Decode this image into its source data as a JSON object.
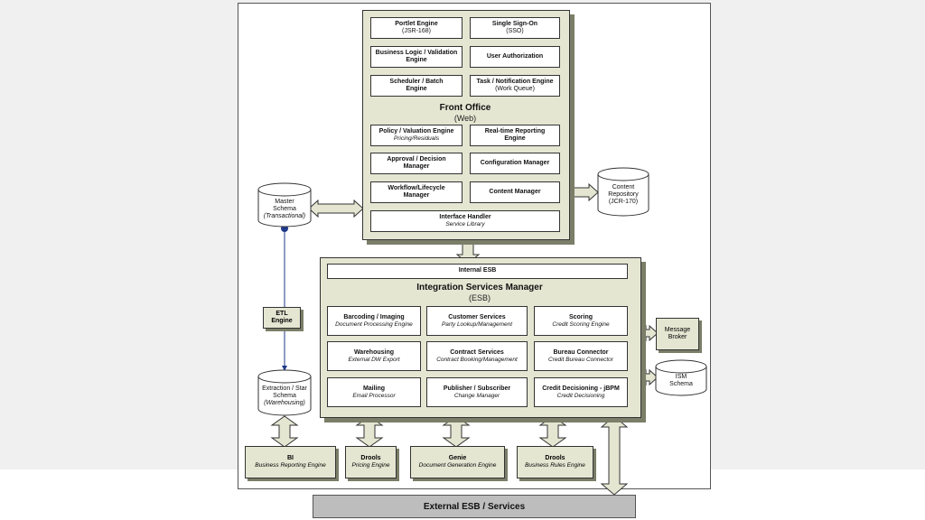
{
  "front_office": {
    "title": "Front Office",
    "subtitle": "(Web)",
    "portlet": {
      "line1": "Portlet Engine",
      "line2": "(JSR-168)"
    },
    "sso": {
      "line1": "Single Sign-On",
      "line2": "(SSO)"
    },
    "business_logic": {
      "line1": "Business Logic / Validation",
      "line2": "Engine"
    },
    "user_auth": {
      "line1": "User Authorization"
    },
    "scheduler": {
      "line1": "Scheduler / Batch",
      "line2": "Engine"
    },
    "task": {
      "line1": "Task / Notification Engine",
      "line2": "(Work Queue)"
    },
    "policy": {
      "line1": "Policy / Valuation Engine",
      "line2": "Pricing/Residuals"
    },
    "realtime": {
      "line1": "Real-time Reporting",
      "line2": "Engine"
    },
    "approval": {
      "line1": "Approval / Decision",
      "line2": "Manager"
    },
    "config": {
      "line1": "Configuration Manager"
    },
    "workflow": {
      "line1": "Workflow/Lifecycle",
      "line2": "Manager"
    },
    "content": {
      "line1": "Content Manager"
    },
    "interface": {
      "line1": "Interface Handler",
      "line2": "Service Library"
    }
  },
  "ism": {
    "internal_esb": "Internal ESB",
    "title": "Integration Services Manager",
    "subtitle": "(ESB)",
    "barcoding": {
      "line1": "Barcoding / Imaging",
      "line2": "Document Processing Engine"
    },
    "customer": {
      "line1": "Customer Services",
      "line2": "Party Lookup/Management"
    },
    "scoring": {
      "line1": "Scoring",
      "line2": "Credit Scoring Engine"
    },
    "warehousing": {
      "line1": "Warehousing",
      "line2": "External DW Export"
    },
    "contract": {
      "line1": "Contract Services",
      "line2": "Contract Booking/Management"
    },
    "bureau": {
      "line1": "Bureau Connector",
      "line2": "Credit Bureau Connector"
    },
    "mailing": {
      "line1": "Mailing",
      "line2": "Email Processor"
    },
    "publisher": {
      "line1": "Publisher / Subscriber",
      "line2": "Change Manager"
    },
    "credit": {
      "line1": "Credit Decisioning - jBPM",
      "line2": "Credit Decisioning"
    }
  },
  "master_schema": {
    "line1": "Master",
    "line2": "Schema",
    "line3": "(Transactional)"
  },
  "etl": {
    "line1": "ETL",
    "line2": "Engine"
  },
  "extraction": {
    "line1": "Extraction / Star",
    "line2": "Schema",
    "line3": "(Warehousing)"
  },
  "content_repo": {
    "line1": "Content",
    "line2": "Repository",
    "line3": "(JCR-170)"
  },
  "message_broker": {
    "line1": "Message",
    "line2": "Broker"
  },
  "ism_schema": {
    "line1": "ISM",
    "line2": "Schema"
  },
  "bottom": {
    "bi": {
      "line1": "BI",
      "line2": "Business Reporting Engine"
    },
    "drools_pricing": {
      "line1": "Drools",
      "line2": "Pricing Engine"
    },
    "genie": {
      "line1": "Genie",
      "line2": "Document Generation Engine"
    },
    "drools_rules": {
      "line1": "Drools",
      "line2": "Business Rules Engine"
    }
  },
  "external": "External ESB / Services",
  "colors": {
    "frame": "#e5e6d2",
    "shadow": "#7b7e68",
    "connector": "#1f3a8a",
    "external": "#bdbdbd"
  }
}
